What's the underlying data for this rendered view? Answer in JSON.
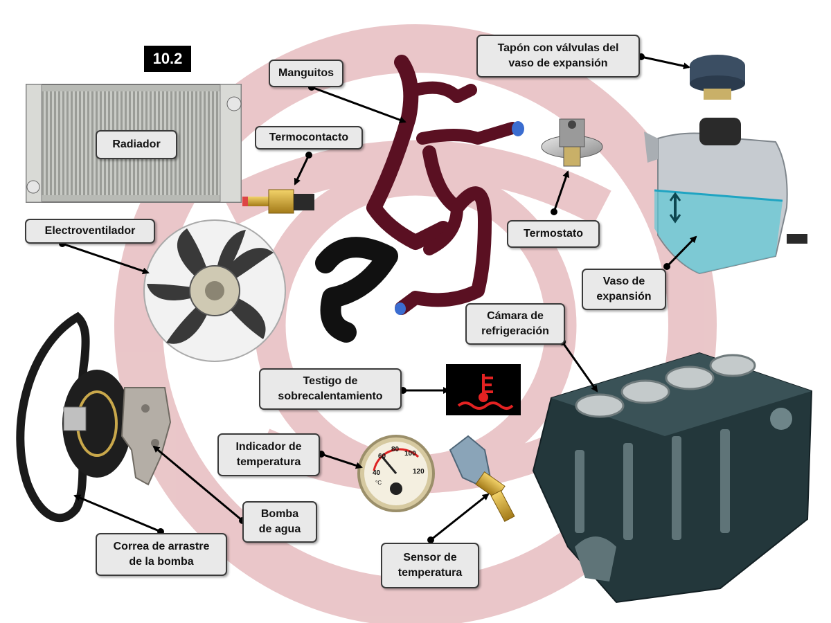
{
  "figure_number": "10.2",
  "labels": {
    "radiador": "Radiador",
    "termocontacto": "Termocontacto",
    "manguitos": "Manguitos",
    "tapon": "Tapón con válvulas del\nvaso de expansión",
    "termostato": "Termostato",
    "vaso": "Vaso de\nexpansión",
    "electroventilador": "Electroventilador",
    "camara": "Cámara de\nrefrigeración",
    "testigo": "Testigo de\nsobrecalentamiento",
    "indicador": "Indicador de\ntemperatura",
    "bomba": "Bomba\nde agua",
    "correa": "Correa de arrastre\nde la bomba",
    "sensor": "Sensor de\ntemperatura"
  },
  "gauge": {
    "ticks": [
      "40",
      "60",
      "80",
      "100",
      "120"
    ],
    "unit": "°C"
  },
  "colors": {
    "watermark": "#d9999d",
    "hose": "#5a1022",
    "engine_block": "#23373b",
    "warning_symbol": "#e32222",
    "expansion_water": "#5ec7d6",
    "label_bg": "#e9e9e9"
  }
}
